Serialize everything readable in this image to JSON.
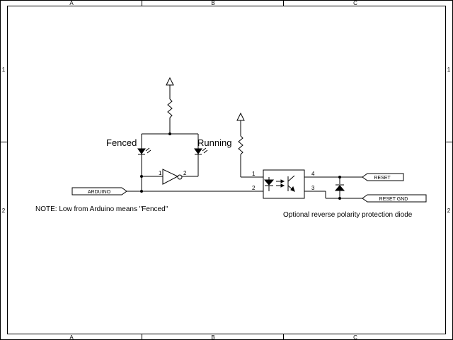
{
  "frame": {
    "zones_top": [
      "A",
      "B",
      "C"
    ],
    "zones_bottom": [
      "A",
      "B",
      "C"
    ],
    "zones_left": [
      "1",
      "2"
    ],
    "zones_right": [
      "1",
      "2"
    ]
  },
  "labels": {
    "fenced": "Fenced",
    "running": "Running",
    "note": "NOTE: Low from Arduino means \"Fenced\"",
    "diode_note": "Optional reverse polarity protection diode"
  },
  "ports": {
    "arduino": "ARDUINO",
    "reset": "RESET",
    "reset_gnd": "RESET GND"
  },
  "inverter": {
    "pin_in": "1",
    "pin_out": "2"
  },
  "optocoupler": {
    "pin1": "1",
    "pin2": "2",
    "pin3": "3",
    "pin4": "4"
  }
}
